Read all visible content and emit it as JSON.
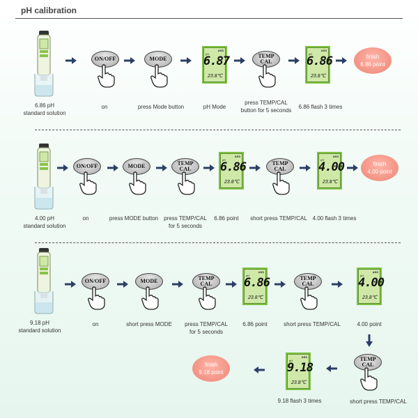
{
  "title": "pH calibration",
  "icons": {
    "meter": "ph-meter-icon",
    "hand": "pointing-hand-icon",
    "arrow": "arrow-right-icon"
  },
  "colors": {
    "lcd_bg": "#cfe8a8",
    "lcd_border": "#7cc242",
    "finish_bg": "#f08f80",
    "arrow": "#2b3f66"
  },
  "rows": [
    {
      "solution": "6.86 pH\nstandard solution",
      "on_btn": "ON/OFF",
      "on_cap": "on",
      "mode_btn": "MODE",
      "mode_cap": "press Mode button",
      "lcd1": {
        "tag": "ASS",
        "ph": "pH",
        "value": "6.87",
        "temp": "23.8℃"
      },
      "lcd1_cap": "pH Mode",
      "temp_btn1": "TEMP\nCAL",
      "temp_btn1_cap": "press TEMP/CAL\nbutton for 5 seconds",
      "lcd2": {
        "tag": "ASS",
        "ph": "pH",
        "value": "6.86",
        "temp": "23.8℃"
      },
      "lcd2_cap": "6.86 flash 3 times",
      "finish": {
        "line1": "finish",
        "line2": "6.86 point"
      }
    },
    {
      "solution": "4.00 pH\nstandard solution",
      "on_btn": "ON/OFF",
      "on_cap": "on",
      "mode_btn": "MODE",
      "mode_cap": "press MODE button",
      "temp_btn1": "TEMP\nCAL",
      "temp_btn1_cap": "press TEMP/CAL\nfor 5 seconds",
      "lcd1": {
        "tag": "ASS",
        "ph": "pH",
        "value": "6.86",
        "temp": "23.8℃"
      },
      "lcd1_cap": "6.86 point",
      "temp_btn2": "TEMP\nCAL",
      "temp_btn2_cap": "short press TEMP/CAL",
      "lcd2": {
        "tag": "ASS",
        "ph": "pH",
        "value": "4.00",
        "temp": "23.8℃"
      },
      "lcd2_cap": "4.00 flash 3 times",
      "finish": {
        "line1": "finish",
        "line2": "4.00 point"
      }
    },
    {
      "solution": "9.18 pH\nstandard solution",
      "on_btn": "ON/OFF",
      "on_cap": "on",
      "mode_btn": "MODE",
      "mode_cap": "short press MODE",
      "temp_btn1": "TEMP\nCAL",
      "temp_btn1_cap": "press TEMP/CAL\nfor 5 seconds",
      "lcd1": {
        "tag": "ASS",
        "ph": "pH",
        "value": "6.86",
        "temp": "23.8℃"
      },
      "lcd1_cap": "6.86 point",
      "temp_btn2": "TEMP\nCAL",
      "temp_btn2_cap": "short press TEMP/CAL",
      "lcd2": {
        "tag": "ASS",
        "ph": "pH",
        "value": "4.00",
        "temp": "23.8℃"
      },
      "lcd2_cap": "4.00 point",
      "temp_btn3": "TEMP\nCAL",
      "temp_btn3_cap": "short press TEMP/CAL",
      "lcd3": {
        "tag": "ASS",
        "ph": "pH",
        "value": "9.18",
        "temp": "23.8℃"
      },
      "lcd3_cap": "9.18 flash 3 times",
      "finish": {
        "line1": "finish",
        "line2": "9.18 point"
      }
    }
  ]
}
